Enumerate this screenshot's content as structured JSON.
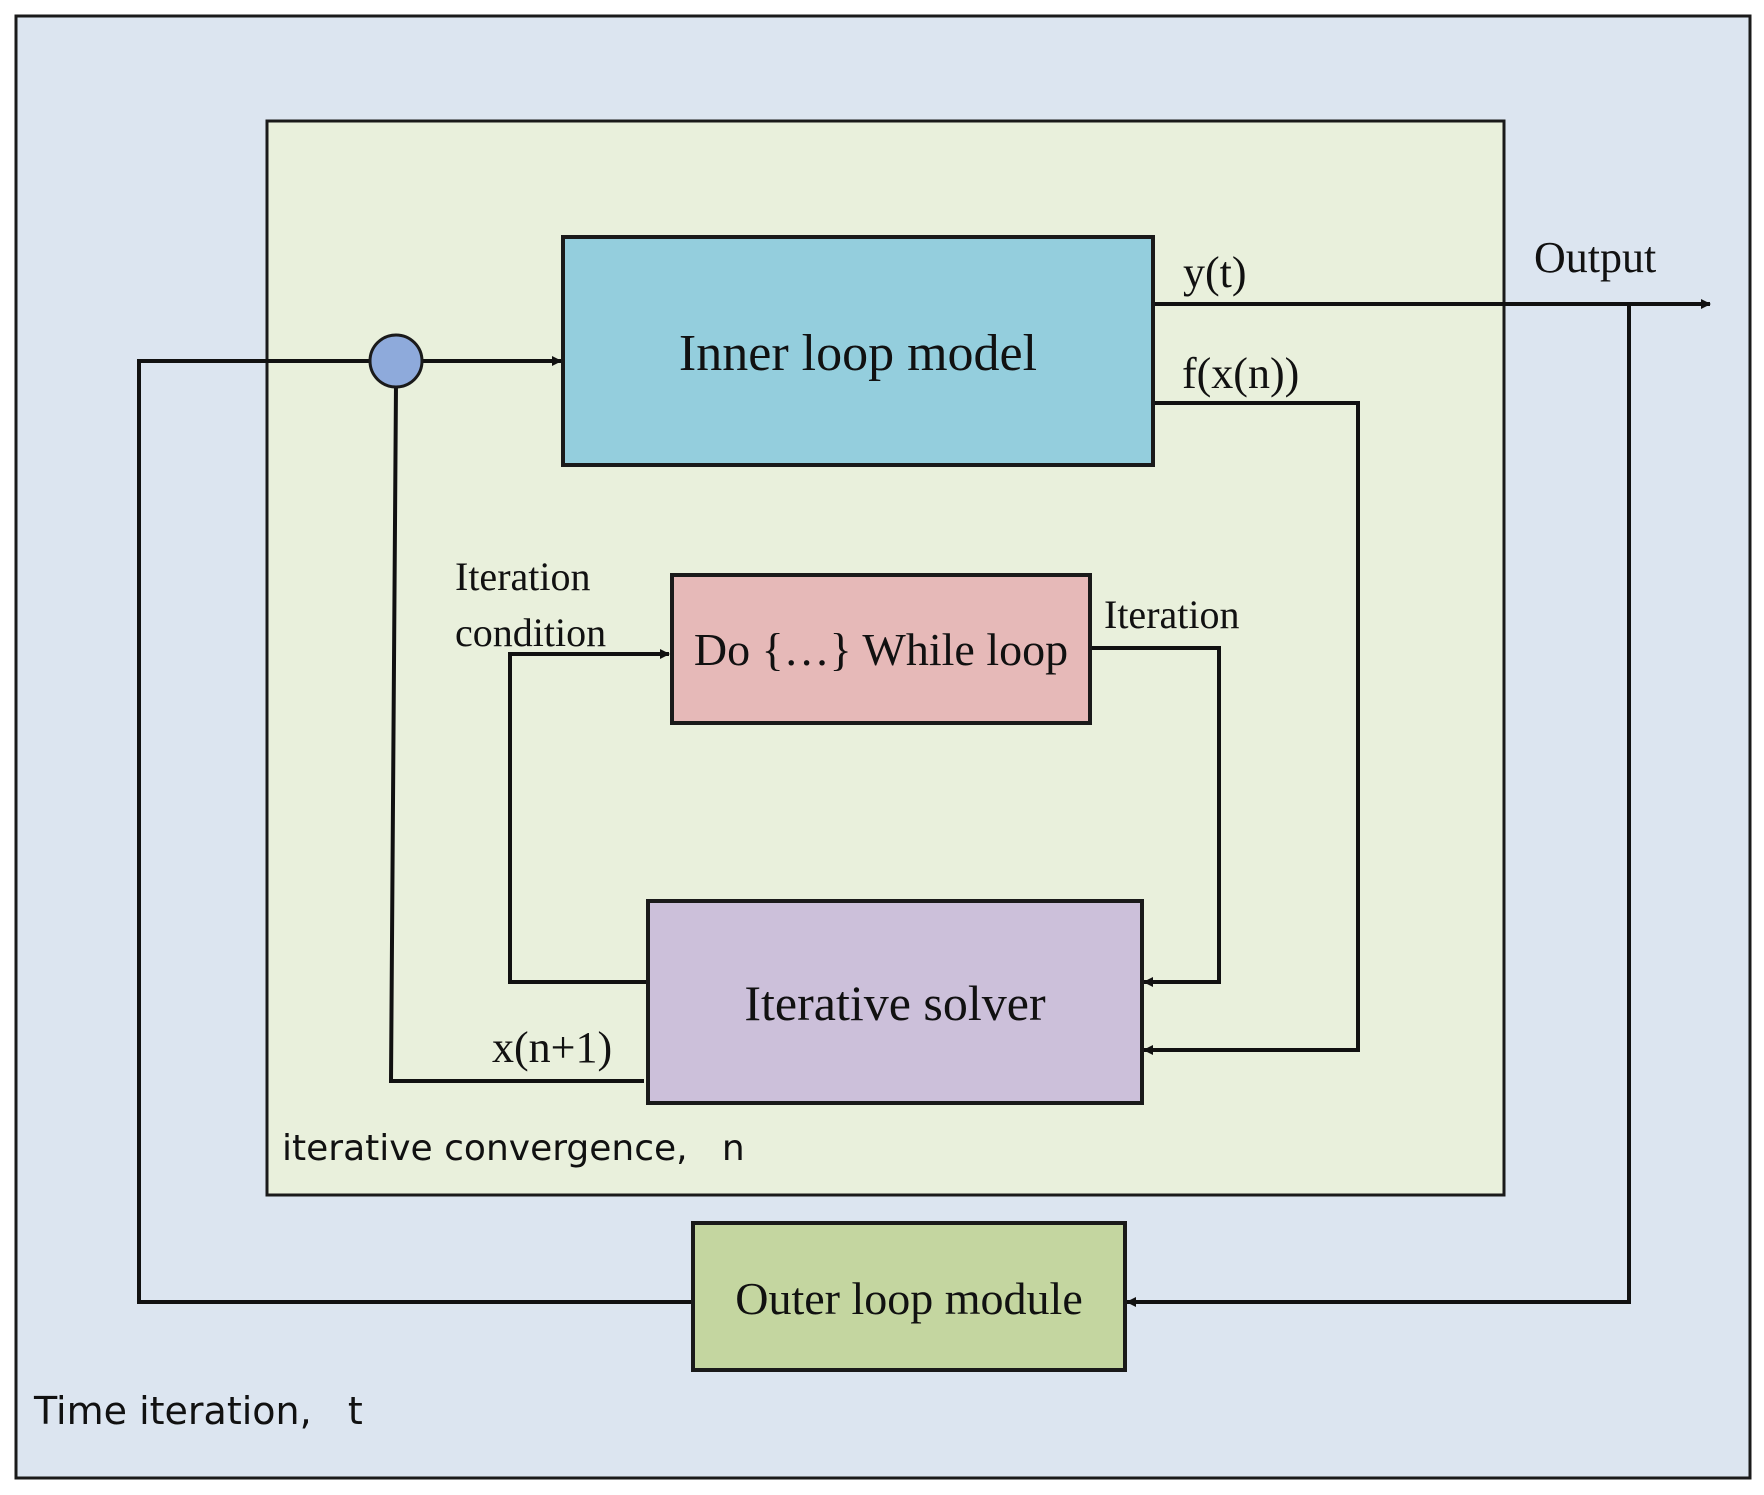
{
  "outer_frame": {
    "label": "Time iteration,   t",
    "color": "#dce5f0"
  },
  "inner_frame": {
    "label": "iterative convergence,   n",
    "color": "#e9f0dc"
  },
  "blocks": {
    "inner_loop_model": {
      "label": "Inner loop model",
      "color": "#94cedd"
    },
    "do_while_loop": {
      "label": "Do {…} While loop",
      "color": "#e6b9b8"
    },
    "iterative_solver": {
      "label": "Iterative solver",
      "color": "#ccc0da"
    },
    "outer_loop_module": {
      "label": "Outer loop module",
      "color": "#c4d6a0"
    }
  },
  "junction": {
    "color": "#8eaadb"
  },
  "signals": {
    "y_t": "y(t)",
    "output": "Output",
    "f_x_n": "f(x(n))",
    "iteration_condition_line1": "Iteration",
    "iteration_condition_line2": "condition",
    "iteration": "Iteration",
    "x_n_plus_1": "x(n+1)"
  }
}
